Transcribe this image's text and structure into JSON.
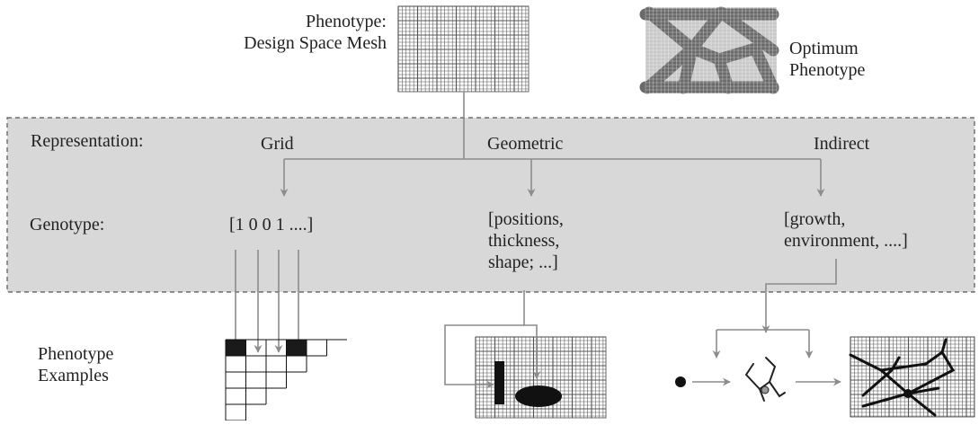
{
  "phenotype_title": {
    "line1": "Phenotype:",
    "line2": "Design Space Mesh"
  },
  "optimum": {
    "line1": "Optimum",
    "line2": "Phenotype"
  },
  "representation_label": "Representation:",
  "representations": [
    "Grid",
    "Geometric",
    "Indirect"
  ],
  "genotype_label": "Genotype:",
  "genotypes": {
    "grid": "[1 0 0 1 ....]",
    "geometric": [
      "[positions,",
      "thickness,",
      "shape; ...]"
    ],
    "indirect": [
      "[growth,",
      "environment, ....]"
    ]
  },
  "examples_label": {
    "line1": "Phenotype",
    "line2": "Examples"
  },
  "colors": {
    "band_fill": "#d8d8d8",
    "arrow": "#8c8c8c",
    "mesh": "#555555",
    "optimum_dark": "#6a6a6a",
    "optimum_light": "#c8c8c8"
  }
}
